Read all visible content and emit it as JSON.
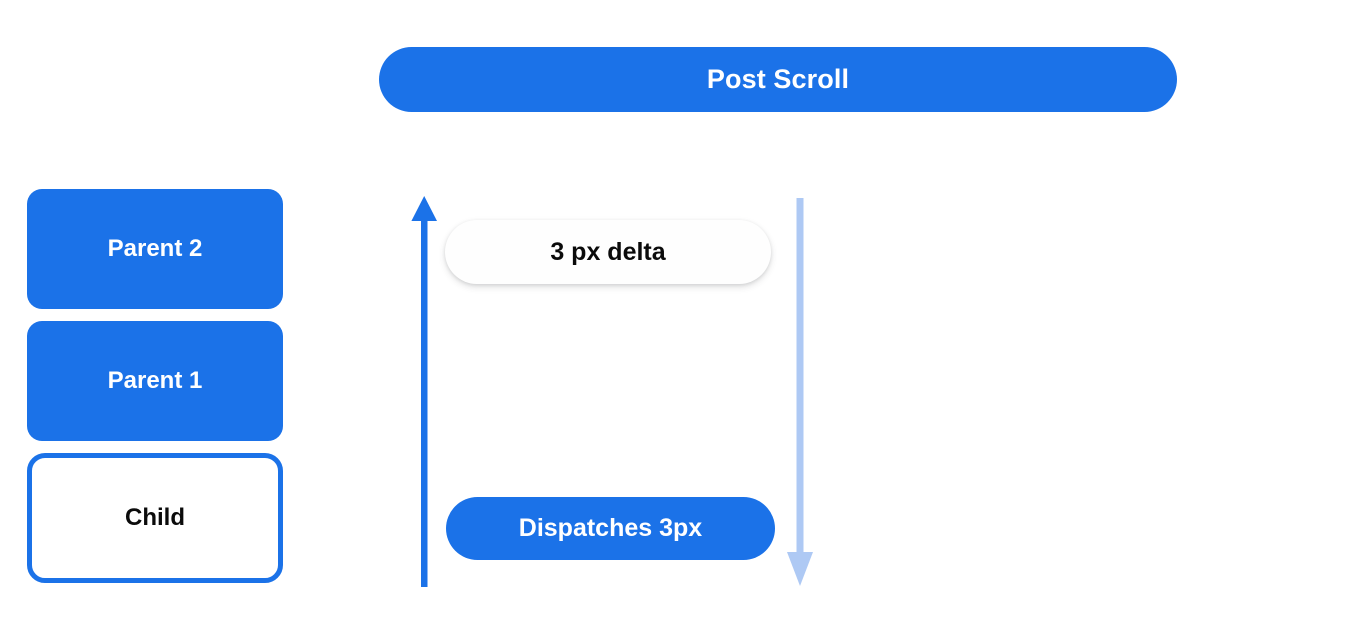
{
  "colors": {
    "accent_blue": "#1B72E8",
    "light_blue": "#AEC9F4",
    "text_dark": "#0B0B0B",
    "text_light": "#FFFFFF",
    "background": "#FFFFFF"
  },
  "header": {
    "title": "Post Scroll"
  },
  "stack": {
    "boxes": [
      {
        "label": "Parent 2",
        "style": "filled"
      },
      {
        "label": "Parent 1",
        "style": "filled"
      },
      {
        "label": "Child",
        "style": "outlined"
      }
    ]
  },
  "arrows": {
    "up": {
      "name": "upward-arrow",
      "direction": "up",
      "color": "#1B72E8"
    },
    "down": {
      "name": "downward-arrow",
      "direction": "down",
      "color": "#AEC9F4"
    }
  },
  "annotations": {
    "delta": "3 px delta",
    "dispatch": "Dispatches 3px"
  }
}
